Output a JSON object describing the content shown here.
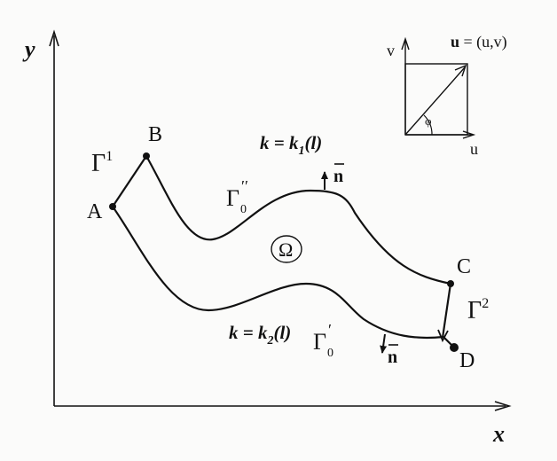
{
  "axes": {
    "x_label": "x",
    "y_label": "y"
  },
  "points": {
    "A": "A",
    "B": "B",
    "C": "C",
    "D": "D"
  },
  "boundaries": {
    "gamma1_symbol": "Γ",
    "gamma1_sup": "1",
    "gamma2_symbol": "Γ",
    "gamma2_sup": "2",
    "gamma0_upper_symbol": "Γ",
    "gamma0_upper_sub": "0",
    "gamma0_upper_sup": "′′",
    "gamma0_lower_symbol": "Γ",
    "gamma0_lower_sub": "0",
    "gamma0_lower_sup": "′"
  },
  "region": {
    "label": "Ω"
  },
  "conditions": {
    "upper_lhs": "k = k",
    "upper_sub": "1",
    "upper_arg": "(l)",
    "lower_lhs": "k = k",
    "lower_sub": "2",
    "lower_arg": "(l)"
  },
  "normals": {
    "upper_label": "n",
    "lower_label": "n"
  },
  "inset": {
    "v_label": "v",
    "u_label": "u",
    "vector_label_bold": "u",
    "vector_label_rest": " = (u,v)",
    "angle_label": "φ"
  },
  "colors": {
    "ink": "#111111",
    "background": "#fbfbfa"
  }
}
